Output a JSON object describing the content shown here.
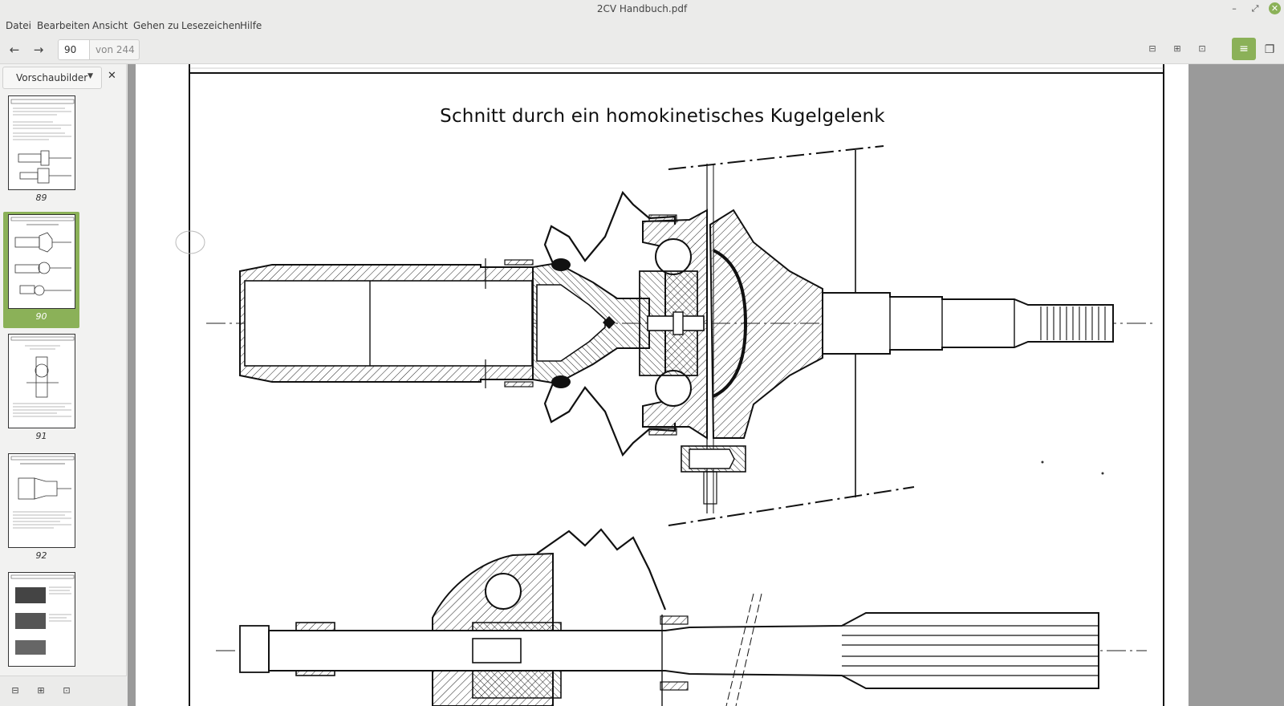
{
  "window": {
    "title": "2CV Handbuch.pdf",
    "min_glyph": "–",
    "max_glyph": "⤢",
    "close_glyph": "✕"
  },
  "menu": {
    "items": [
      "Datei",
      "Bearbeiten",
      "Ansicht",
      "Gehen zu",
      "Lesezeichen",
      "Hilfe"
    ]
  },
  "toolbar": {
    "back_icon": "←",
    "forward_icon": "→",
    "page_value": "90",
    "page_total": "von 244",
    "zoom_out_icon": "⊟",
    "zoom_in_icon": "⊞",
    "fit_icon": "⊡",
    "continuous_icon": "≡",
    "dual_icon": "❐"
  },
  "sidebar": {
    "mode_label": "Vorschaubilder",
    "close_glyph": "✕",
    "thumbnails": [
      {
        "page": "89",
        "selected": false
      },
      {
        "page": "90",
        "selected": true
      },
      {
        "page": "91",
        "selected": false
      },
      {
        "page": "92",
        "selected": false
      },
      {
        "page": "",
        "selected": false
      }
    ],
    "footer_icons": [
      "⊟",
      "⊞",
      "⊡"
    ]
  },
  "document": {
    "heading": "Schnitt durch ein homokinetisches Kugelgelenk"
  },
  "colors": {
    "accent": "#8bb158",
    "chrome": "#ebebea",
    "doc_background": "#9a9a9a"
  }
}
